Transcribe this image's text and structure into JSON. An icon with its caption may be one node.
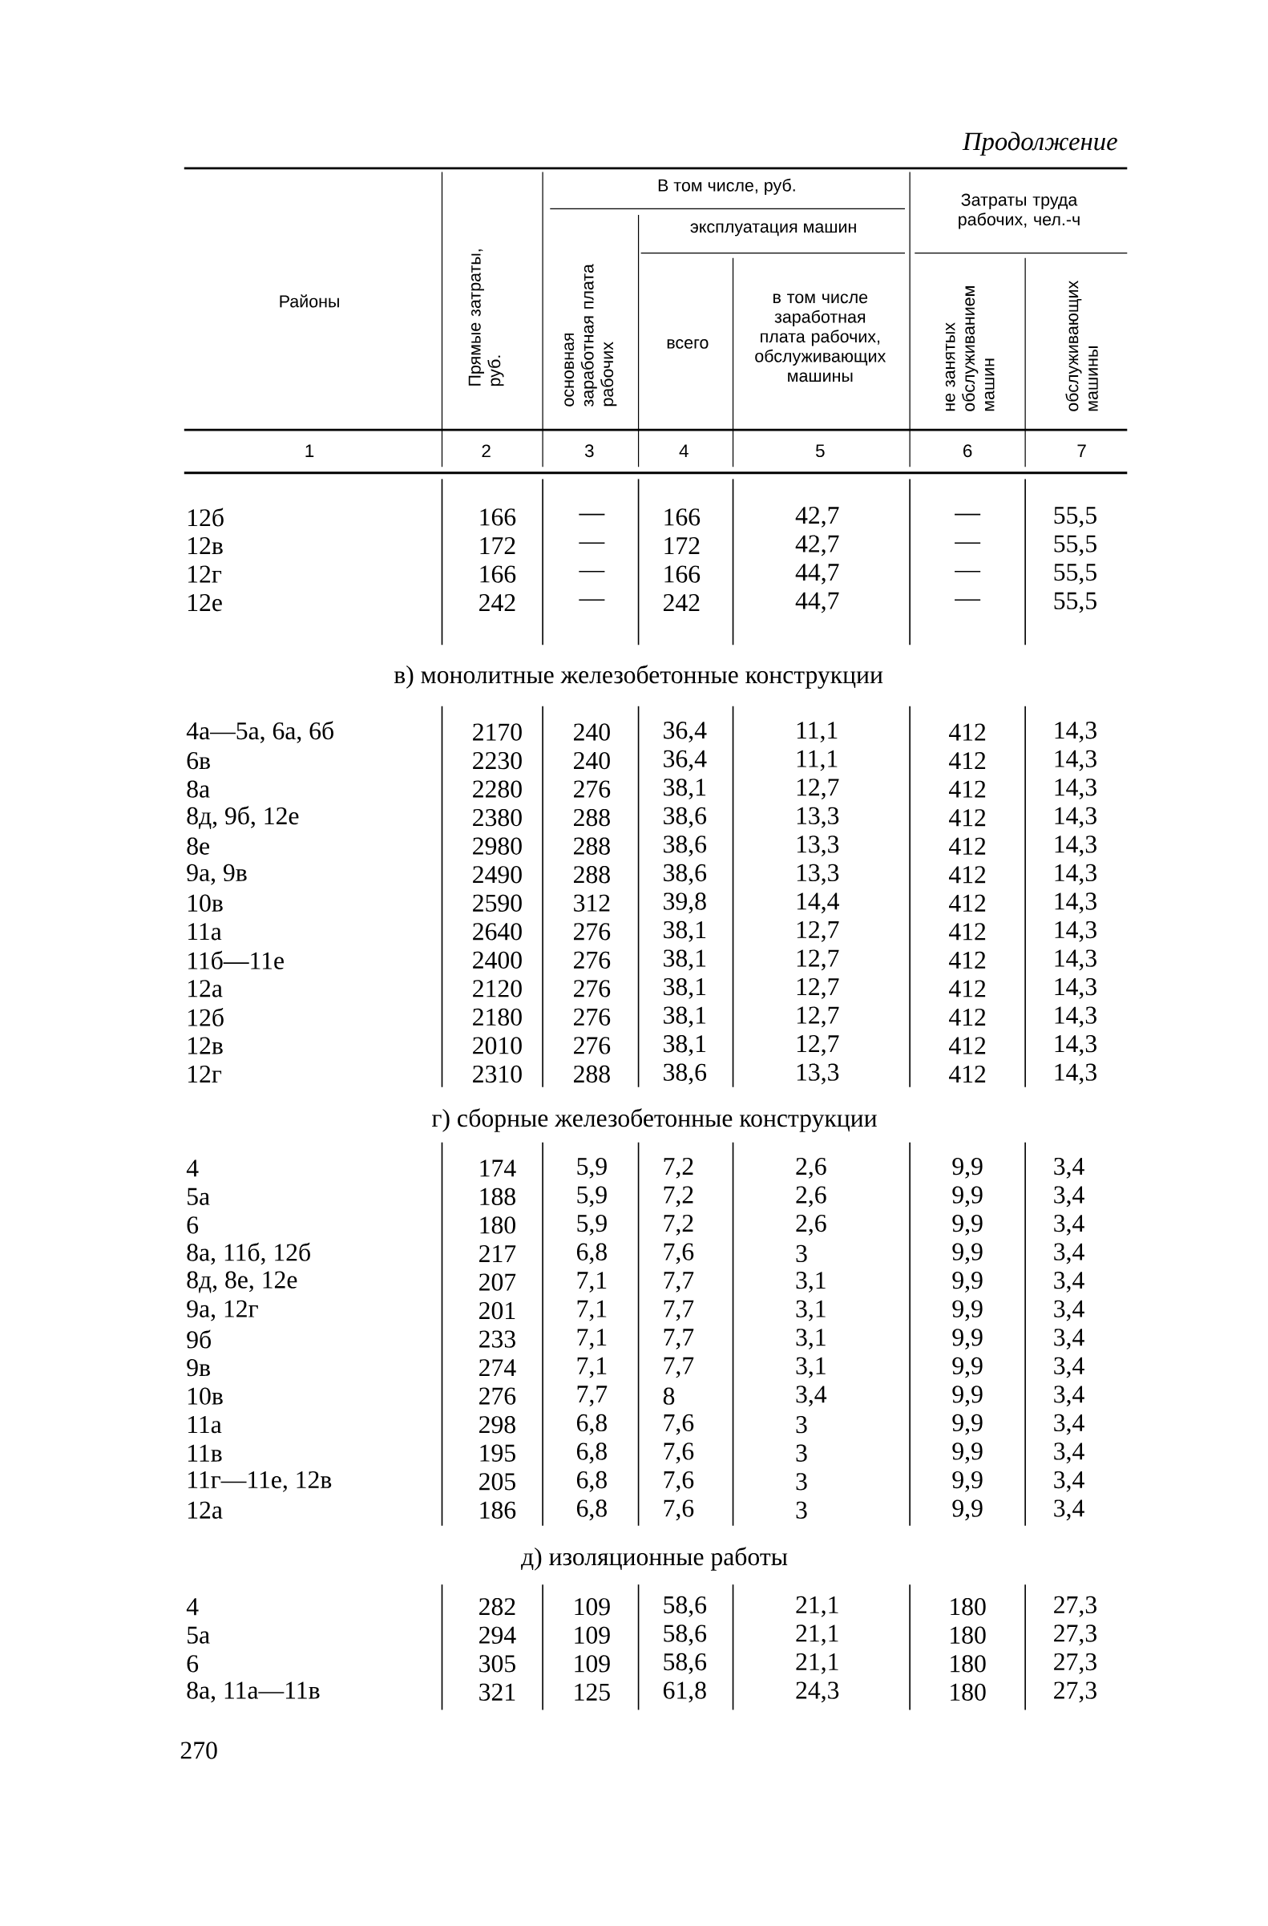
{
  "diagram": {
    "labels": [
      "Продолжение",
      "Районы",
      "Прямые затраты, руб.",
      "В том числе, руб.",
      "основная заработная плата рабочих",
      "эксплуатация машин",
      "всего",
      "в том числе заработная плата рабочих, обслуживающих машины",
      "Затраты труда рабочих, чел.-ч",
      "не занятых обслуживанием машин",
      "обслуживающих машины",
      "1",
      "2",
      "3",
      "4",
      "5",
      "6",
      "7",
      "12б",
      "166",
      "—",
      "166",
      "42,7",
      "—",
      "55,5",
      "12в",
      "172",
      "—",
      "172",
      "42,7",
      "—",
      "55,5",
      "12г",
      "166",
      "—",
      "166",
      "44,7",
      "—",
      "55,5",
      "12е",
      "242",
      "—",
      "242",
      "44,7",
      "—",
      "55,5",
      "в) монолитные железобетонные конструкции",
      "4а—5а, 6а, 6б",
      "2170",
      "240",
      "36,4",
      "11,1",
      "412",
      "14,3",
      "6в",
      "2230",
      "240",
      "36,4",
      "11,1",
      "412",
      "14,3",
      "8а",
      "2280",
      "276",
      "38,1",
      "12,7",
      "412",
      "14,3",
      "8д, 9б, 12е",
      "2380",
      "288",
      "38,6",
      "13,3",
      "412",
      "14,3",
      "8е",
      "2980",
      "288",
      "38,6",
      "13,3",
      "412",
      "14,3",
      "9а, 9в",
      "2490",
      "288",
      "38,6",
      "13,3",
      "412",
      "14,3",
      "10в",
      "2590",
      "312",
      "39,8",
      "14,4",
      "412",
      "14,3",
      "11а",
      "2640",
      "276",
      "38,1",
      "12,7",
      "412",
      "14,3",
      "11б—11е",
      "2400",
      "276",
      "38,1",
      "12,7",
      "412",
      "14,3",
      "12а",
      "2120",
      "276",
      "38,1",
      "12,7",
      "412",
      "14,3",
      "12б",
      "2180",
      "276",
      "38,1",
      "12,7",
      "412",
      "14,3",
      "12в",
      "2010",
      "276",
      "38,1",
      "12,7",
      "412",
      "14,3",
      "12г",
      "2310",
      "288",
      "38,6",
      "13,3",
      "412",
      "14,3",
      "г) сборные железобетонные конструкции",
      "4",
      "174",
      "5,9",
      "7,2",
      "2,6",
      "9,9",
      "3,4",
      "5а",
      "188",
      "5,9",
      "7,2",
      "2,6",
      "9,9",
      "3,4",
      "6",
      "180",
      "5,9",
      "7,2",
      "2,6",
      "9,9",
      "3,4",
      "8а, 11б, 12б",
      "217",
      "6,8",
      "7,6",
      "3",
      "9,9",
      "3,4",
      "8д, 8е, 12е",
      "207",
      "7,1",
      "7,7",
      "3,1",
      "9,9",
      "3,4",
      "9а, 12г",
      "201",
      "7,1",
      "7,7",
      "3,1",
      "9,9",
      "3,4",
      "9б",
      "233",
      "7,1",
      "7,7",
      "3,1",
      "9,9",
      "3,4",
      "9в",
      "274",
      "7,1",
      "7,7",
      "3,1",
      "9,9",
      "3,4",
      "10в",
      "276",
      "7,7",
      "8",
      "3,4",
      "9,9",
      "3,4",
      "11а",
      "298",
      "6,8",
      "7,6",
      "3",
      "9,9",
      "3,4",
      "11в",
      "195",
      "6,8",
      "7,6",
      "3",
      "9,9",
      "3,4",
      "11г—11е, 12в",
      "205",
      "6,8",
      "7,6",
      "3",
      "9,9",
      "3,4",
      "12а",
      "186",
      "6,8",
      "7,6",
      "3",
      "9,9",
      "3,4",
      "д) изоляционные работы",
      "4",
      "282",
      "109",
      "58,6",
      "21,1",
      "180",
      "27,3",
      "5а",
      "294",
      "109",
      "58,6",
      "21,1",
      "180",
      "27,3",
      "6",
      "305",
      "109",
      "58,6",
      "21,1",
      "180",
      "27,3",
      "8а, 11а—11в",
      "321",
      "125",
      "61,8",
      "24,3",
      "180",
      "27,3",
      "270"
    ]
  }
}
